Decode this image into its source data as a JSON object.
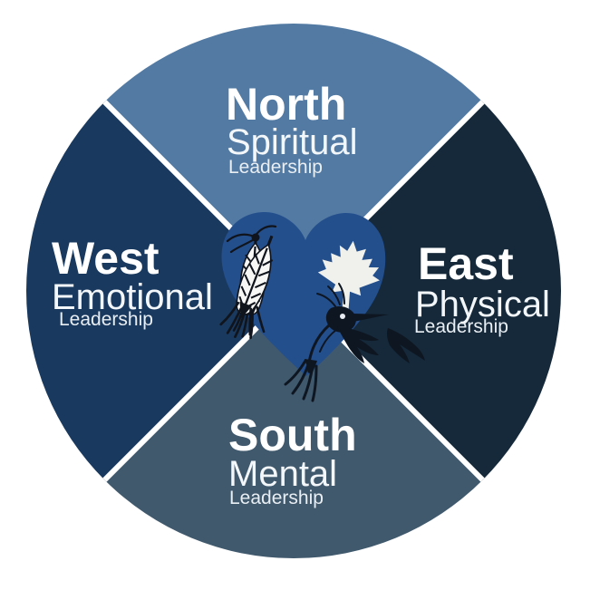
{
  "diagram": {
    "background_color": "#FFFFFF",
    "divider_color": "#FFFFFF",
    "quadrants": {
      "north": {
        "direction": "North",
        "domain": "Spiritual",
        "level": "Leadership",
        "color": "#527AA3"
      },
      "east": {
        "direction": "East",
        "domain": "Physical",
        "level": "Leadership",
        "color": "#15293A"
      },
      "south": {
        "direction": "South",
        "domain": "Mental",
        "level": "Leadership",
        "color": "#40596D"
      },
      "west": {
        "direction": "West",
        "domain": "Emotional",
        "level": "Leadership",
        "color": "#19395F"
      }
    },
    "center": {
      "heart_color": "#244F8D",
      "leaf_color": "#F0F1EC",
      "feather_fill": "#F7F8F6",
      "ink_color": "#0E1622",
      "icons": [
        "feathers-icon",
        "maple-leaf-icon",
        "hummingbird-icon"
      ]
    },
    "text_color": "#FFFFFF",
    "subtext_color": "#E9EEF3"
  }
}
